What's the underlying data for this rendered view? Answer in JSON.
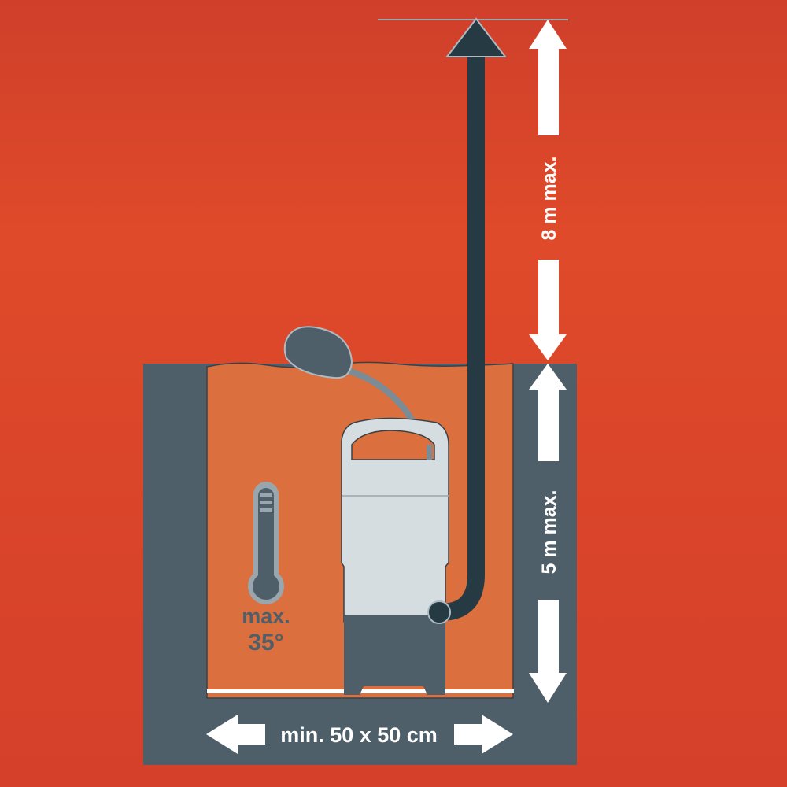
{
  "labels": {
    "max_pressure_height": "8 m max.",
    "max_immersion_depth": "5 m max.",
    "min_shaft_size": "min. 50 x 50 cm",
    "max_temp_label": "max.",
    "max_temp_value": "35°"
  },
  "icons": [
    "thermometer-icon",
    "pump-illustration",
    "float-switch-icon",
    "hose-arrow"
  ],
  "colors": {
    "background": "#d9472b",
    "water": "#db6f3d",
    "shaft_wall": "#4f5f69",
    "hose": "#263a44",
    "pump_body": "#d6dde1",
    "arrows": "#ffffff"
  }
}
